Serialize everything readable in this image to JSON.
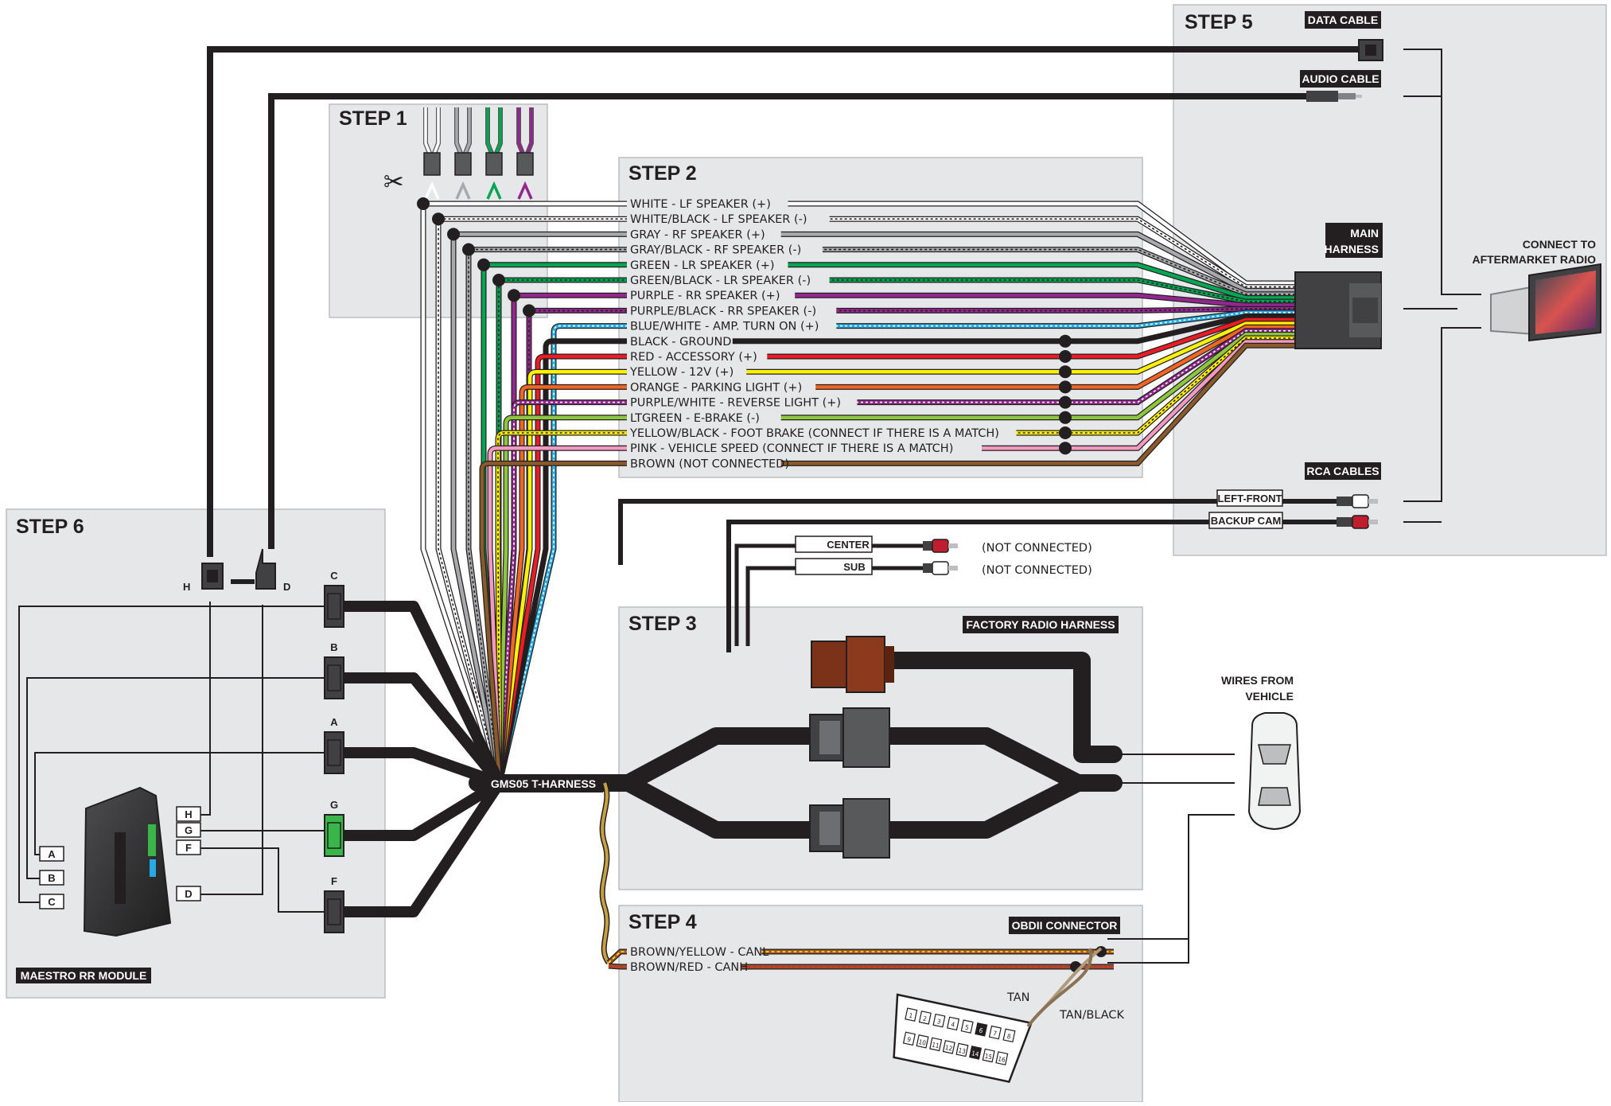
{
  "steps": {
    "step1": "STEP 1",
    "step2": "STEP 2",
    "step3": "STEP 3",
    "step4": "STEP 4",
    "step5": "STEP 5",
    "step6": "STEP 6"
  },
  "badges": {
    "data_cable": "DATA CABLE",
    "audio_cable": "AUDIO CABLE",
    "main_harness_1": "MAIN",
    "main_harness_2": "HARNESS",
    "rca_cables": "RCA CABLES",
    "factory_radio_harness": "FACTORY RADIO HARNESS",
    "obdii_connector": "OBDII CONNECTOR",
    "maestro_module": "MAESTRO RR MODULE",
    "t_harness": "GMS05 T-HARNESS"
  },
  "labels": {
    "connect_radio_1": "CONNECT TO",
    "connect_radio_2": "AFTERMARKET RADIO",
    "wires_vehicle_1": "WIRES FROM",
    "wires_vehicle_2": "VEHICLE",
    "left_front": "LEFT-FRONT",
    "backup_cam": "BACKUP CAM",
    "center": "CENTER",
    "sub": "SUB",
    "not_connected_1": "(NOT CONNECTED)",
    "not_connected_2": "(NOT CONNECTED)",
    "tan": "TAN",
    "tan_black": "TAN/BLACK"
  },
  "step2_wires": [
    {
      "label": "WHITE - LF SPEAKER (+)",
      "color": "#ffffff"
    },
    {
      "label": "WHITE/BLACK - LF SPEAKER (-)",
      "color": "#ffffff",
      "stripe": "#231f20"
    },
    {
      "label": "GRAY - RF SPEAKER (+)",
      "color": "#a7a9ac"
    },
    {
      "label": "GRAY/BLACK - RF SPEAKER (-)",
      "color": "#a7a9ac",
      "stripe": "#231f20"
    },
    {
      "label": "GREEN - LR SPEAKER (+)",
      "color": "#00a651"
    },
    {
      "label": "GREEN/BLACK - LR SPEAKER (-)",
      "color": "#00a651",
      "stripe": "#231f20"
    },
    {
      "label": "PURPLE - RR SPEAKER (+)",
      "color": "#92278f"
    },
    {
      "label": "PURPLE/BLACK - RR SPEAKER (-)",
      "color": "#92278f",
      "stripe": "#231f20"
    },
    {
      "label": "BLUE/WHITE - AMP. TURN ON (+)",
      "color": "#27aae1",
      "stripe": "#ffffff"
    },
    {
      "label": "BLACK - GROUND",
      "color": "#231f20"
    },
    {
      "label": "RED - ACCESSORY (+)",
      "color": "#ed1c24"
    },
    {
      "label": "YELLOW - 12V (+)",
      "color": "#fff200"
    },
    {
      "label": "ORANGE - PARKING LIGHT (+)",
      "color": "#f26522"
    },
    {
      "label": "PURPLE/WHITE - REVERSE LIGHT (+)",
      "color": "#92278f",
      "stripe": "#ffffff"
    },
    {
      "label": "LTGREEN - E-BRAKE (-)",
      "color": "#8dc63f"
    },
    {
      "label": "YELLOW/BLACK - FOOT BRAKE (CONNECT IF THERE IS A MATCH)",
      "color": "#fff200",
      "stripe": "#231f20"
    },
    {
      "label": "PINK - VEHICLE SPEED (CONNECT IF THERE IS A MATCH)",
      "color": "#f49ac1"
    },
    {
      "label": "BROWN (NOT CONNECTED)",
      "color": "#8b5a2b"
    }
  ],
  "step4_wires": [
    {
      "label": "BROWN/YELLOW - CANL",
      "color": "#a0522d",
      "stripe": "#fff200"
    },
    {
      "label": "BROWN/RED - CANH",
      "color": "#a0522d",
      "stripe": "#ed1c24"
    }
  ],
  "module_ports": [
    "H",
    "G",
    "F",
    "D",
    "A",
    "B",
    "C"
  ],
  "harness_connectors": [
    "C",
    "B",
    "A",
    "G",
    "F"
  ],
  "plug_labels": {
    "h": "H",
    "d": "D"
  },
  "obd_pins_top": [
    "1",
    "2",
    "3",
    "4",
    "5",
    "6",
    "7",
    "8"
  ],
  "obd_pins_bottom": [
    "9",
    "10",
    "11",
    "12",
    "13",
    "14",
    "15",
    "16"
  ]
}
